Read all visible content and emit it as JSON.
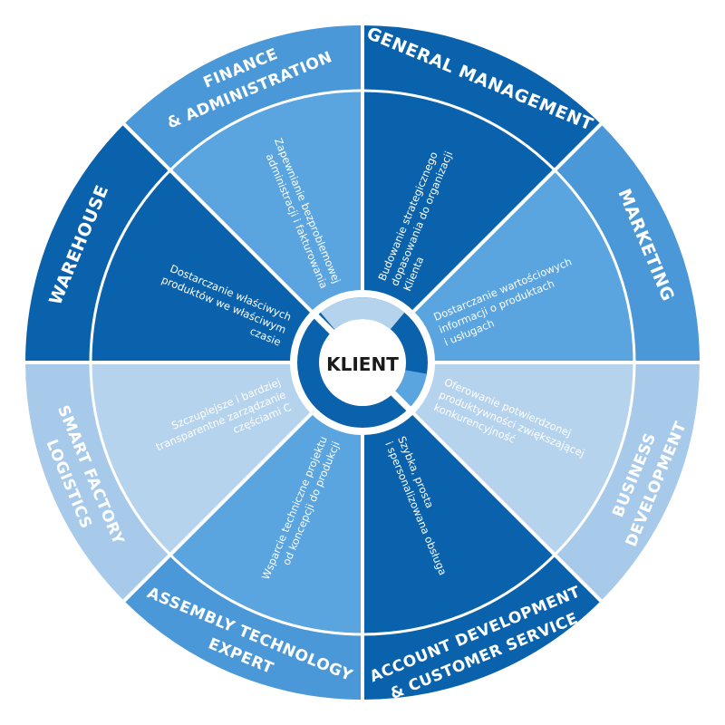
{
  "center": {
    "label": "KLIENT"
  },
  "colors": {
    "background": "#ffffff",
    "divider": "#ffffff",
    "dark": "#0a62ad",
    "medium": "#5aa4df",
    "light": "#b6d3ee",
    "outer_dark": "#0a62ad",
    "outer_medium": "#4a98d8",
    "outer_light": "#a8caea"
  },
  "sectors": [
    {
      "id": "general-management",
      "outer_label": [
        "GENERAL MANAGEMENT"
      ],
      "inner_text": [
        "Budowanie strategicznego",
        "dopasowania do organizacji",
        "Klienta"
      ],
      "outer_tone": "dark",
      "inner_tone": "dark"
    },
    {
      "id": "marketing",
      "outer_label": [
        "MARKETING"
      ],
      "inner_text": [
        "Dostarczanie wartościowych",
        "informacji o produktach",
        "i usługach"
      ],
      "outer_tone": "medium",
      "inner_tone": "medium"
    },
    {
      "id": "business-development",
      "outer_label": [
        "BUSINESS",
        "DEVELOPMENT"
      ],
      "inner_text": [
        "Oferowanie potwierdzonej",
        "produktywności zwiększającej",
        "konkurencyjność"
      ],
      "outer_tone": "light",
      "inner_tone": "light"
    },
    {
      "id": "account-development",
      "outer_label": [
        "ACCOUNT DEVELOPMENT",
        "& CUSTOMER SERVICE"
      ],
      "inner_text": [
        "Szybka, prosta",
        "i spersonalizowana obsługa"
      ],
      "outer_tone": "dark",
      "inner_tone": "dark"
    },
    {
      "id": "assembly-technology",
      "outer_label": [
        "ASSEMBLY TECHNOLOGY",
        "EXPERT"
      ],
      "inner_text": [
        "Wsparcie techniczne projektu",
        "od koncepcji do produkcji"
      ],
      "outer_tone": "medium",
      "inner_tone": "medium"
    },
    {
      "id": "smart-factory",
      "outer_label": [
        "SMART FACTORY",
        "LOGISTICS"
      ],
      "inner_text": [
        "Szczuplejsze i bardziej",
        "transparentne zarządzanie",
        "częściami C"
      ],
      "outer_tone": "light",
      "inner_tone": "light"
    },
    {
      "id": "warehouse",
      "outer_label": [
        "WAREHOUSE"
      ],
      "inner_text": [
        "Dostarczanie właściwych",
        "produktów we właściwym",
        "czasie"
      ],
      "outer_tone": "dark",
      "inner_tone": "dark"
    },
    {
      "id": "finance-administration",
      "outer_label": [
        "FINANCE",
        "& ADMINISTRATION"
      ],
      "inner_text": [
        "Zapewnianie bezproblemowej",
        "administracji i fakturowania"
      ],
      "outer_tone": "medium",
      "inner_tone": "medium"
    }
  ]
}
